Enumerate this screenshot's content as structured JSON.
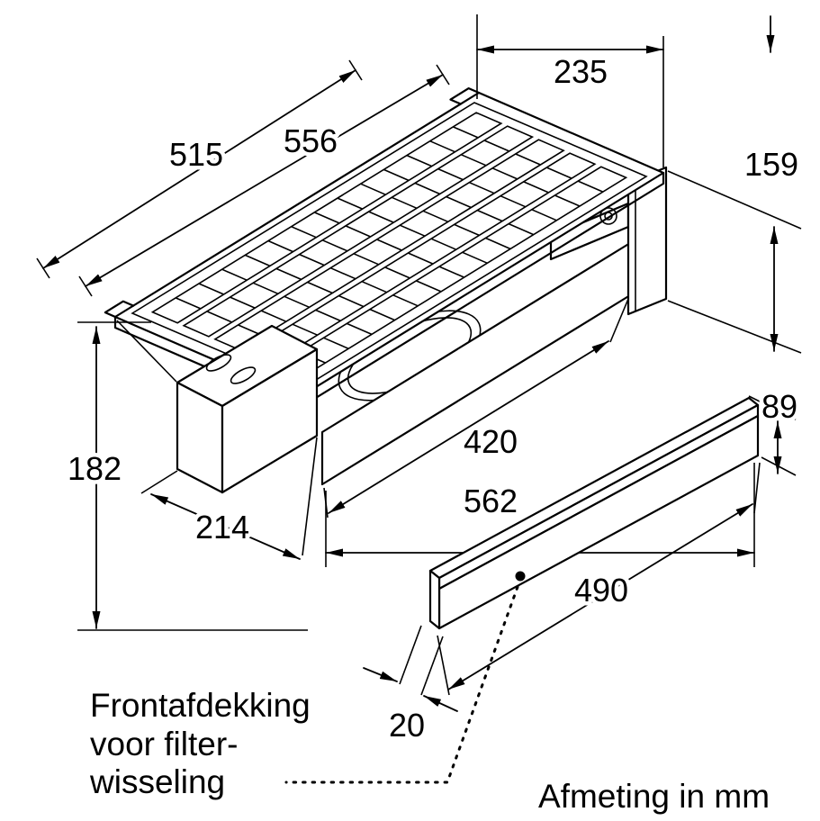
{
  "colors": {
    "background": "#ffffff",
    "line": "#000000"
  },
  "dimensions": {
    "d515": "515",
    "d556": "556",
    "d235": "235",
    "d159": "159",
    "d182": "182",
    "d214": "214",
    "d420": "420",
    "d562": "562",
    "d89": "89",
    "d490": "490",
    "d20": "20"
  },
  "notes": {
    "front_cover_line1": "Frontafdekking",
    "front_cover_line2": "voor filter-",
    "front_cover_line3": "wisseling",
    "units": "Afmeting in mm"
  },
  "figure": {
    "type": "isometric dimension drawing",
    "dimension_values_mm": [
      515,
      556,
      235,
      159,
      182,
      214,
      420,
      562,
      89,
      490,
      20
    ]
  }
}
